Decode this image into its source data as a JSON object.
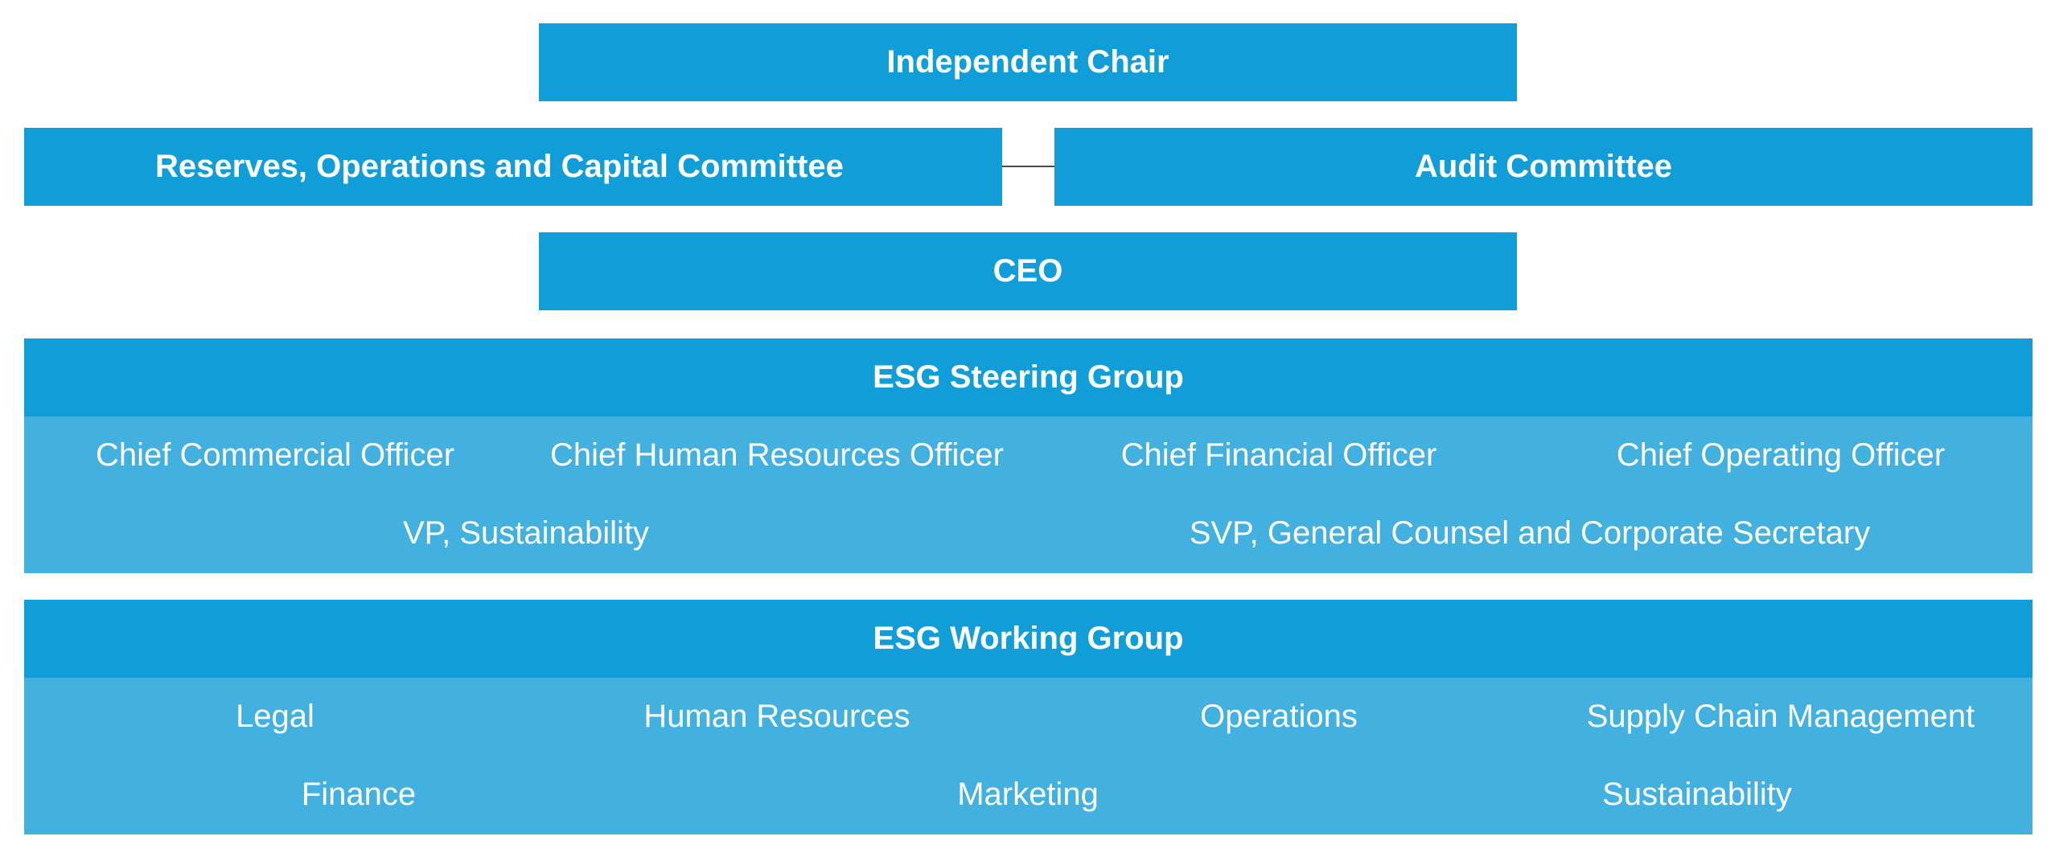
{
  "chair": "Independent Chair",
  "committees": {
    "left": "Reserves, Operations and Capital Committee",
    "right": "Audit Committee"
  },
  "ceo": "CEO",
  "steering_group": {
    "title": "ESG Steering Group",
    "row1": [
      "Chief Commercial Officer",
      "Chief Human Resources Officer",
      "Chief Financial Officer",
      "Chief Operating Officer"
    ],
    "row2": [
      "VP, Sustainability",
      "SVP, General Counsel and Corporate Secretary"
    ]
  },
  "working_group": {
    "title": "ESG Working Group",
    "row1": [
      "Legal",
      "Human Resources",
      "Operations",
      "Supply Chain Management"
    ],
    "row2": [
      "Finance",
      "Marketing",
      "Sustainability"
    ]
  },
  "colors": {
    "header_blue": "#119ed8",
    "light_blue": "#42b1df",
    "connector": "#4a4a4a",
    "text": "#ffffff"
  }
}
